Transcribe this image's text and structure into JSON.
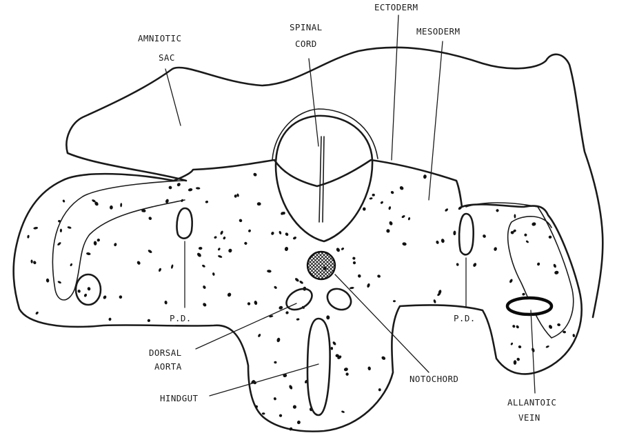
{
  "labels": {
    "amniotic_sac_1": "AMNIOTIC",
    "amniotic_sac_2": "SAC",
    "spinal_cord_1": "SPINAL",
    "spinal_cord_2": "CORD",
    "ectoderm": "ECTODERM",
    "mesoderm": "MESODERM",
    "pd_left": "P.D.",
    "pd_right": "P.D.",
    "dorsal_aorta_1": "DORSAL",
    "dorsal_aorta_2": "AORTA",
    "hindgut": "HINDGUT",
    "notochord": "NOTOCHORD",
    "allantoic_vein_1": "ALLANTOIC",
    "allantoic_vein_2": "VEIN"
  }
}
